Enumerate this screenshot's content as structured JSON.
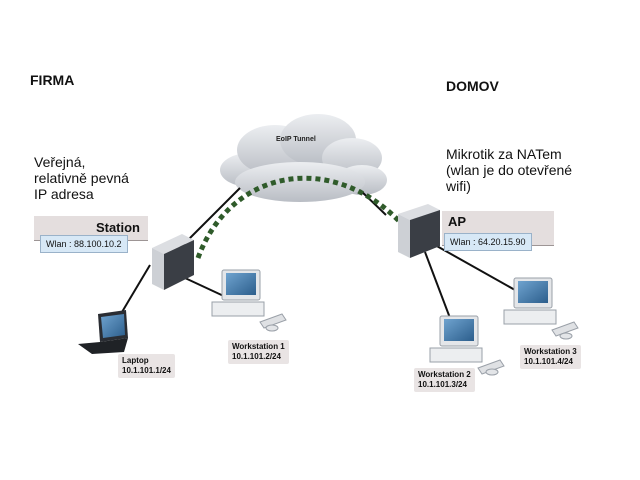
{
  "locations": {
    "left": "FIRMA",
    "right": "DOMOV"
  },
  "notes": {
    "left": "Veřejná,\nrelativně pevná\nIP adresa",
    "right": "Mikrotik za NATem\n(wlan je do otevřené\nwifi)"
  },
  "tunnel": {
    "label": "EoIP Tunnel"
  },
  "devices": {
    "station": {
      "title": "Station",
      "wlan": "Wlan : 88.100.10.2"
    },
    "ap": {
      "title": "AP",
      "wlan": "Wlan : 64.20.15.90"
    }
  },
  "nodes": {
    "laptop": {
      "name": "Laptop",
      "ip": "10.1.101.1/24"
    },
    "workstation1": {
      "name": "Workstation 1",
      "ip": "10.1.101.2/24"
    },
    "workstation2": {
      "name": "Workstation 2",
      "ip": "10.1.101.3/24"
    },
    "workstation3": {
      "name": "Workstation 3",
      "ip": "10.1.101.4/24"
    }
  },
  "colors": {
    "tunnel": "#2f5b2a",
    "cloud": "#c9ccd2",
    "device": "#3c4047",
    "screen": "#3f78a8"
  }
}
